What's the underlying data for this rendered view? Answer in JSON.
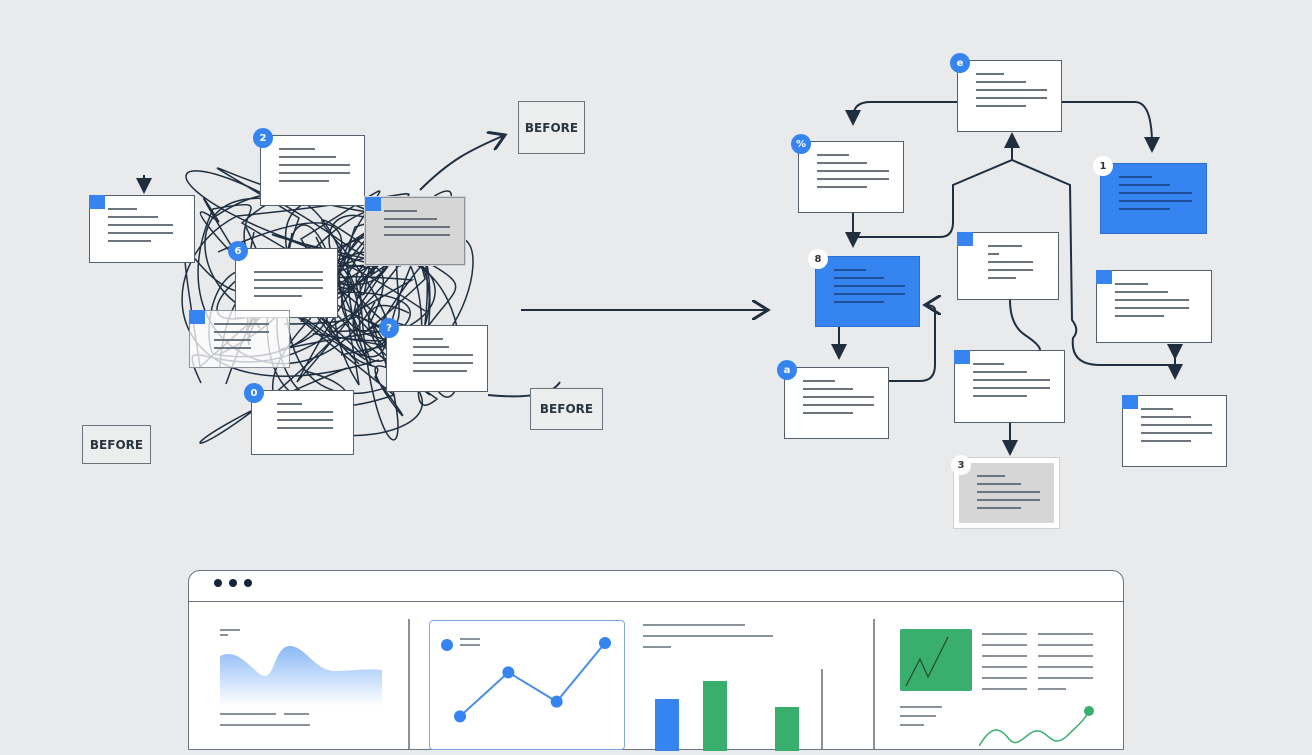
{
  "labels": {
    "before_top": "BEFORE",
    "before_right": "BEFORE",
    "before_left": "BEFORE"
  },
  "left_badges": [
    "2",
    "6",
    "?",
    "0"
  ],
  "right_badges": {
    "top": "e",
    "left": "%",
    "one": "1",
    "eight": "8",
    "a": "a",
    "three": "3"
  },
  "colors": {
    "accent": "#3584f0",
    "green": "#3aae6c",
    "ink": "#1f2f40",
    "background": "#e9eaeb"
  },
  "dashboard": {
    "icons": [
      "window-dot",
      "window-dot",
      "window-dot"
    ],
    "line_chart_points": [
      1,
      4,
      2,
      6
    ],
    "bar_values": [
      {
        "color": "blue",
        "value": 3
      },
      {
        "color": "green",
        "value": 4
      },
      {
        "color": "green",
        "value": 2.5
      }
    ]
  }
}
